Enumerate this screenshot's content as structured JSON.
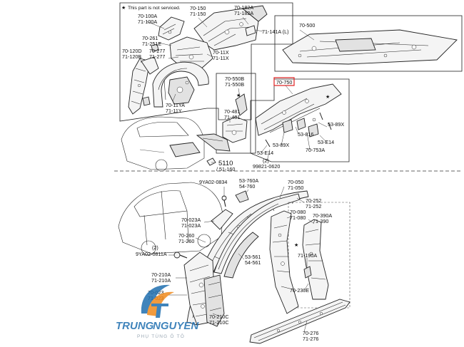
{
  "legend": {
    "star": "★",
    "text": "This part is not serviced."
  },
  "highlight_color": "#e02020",
  "callouts": {
    "c70_100A": "70-100A",
    "c71_100A": "71-100A",
    "c70_150": "70-150",
    "c71_150": "71-150",
    "c70_182A": "70-182A",
    "c71_182A": "71-182A",
    "c71_141A": "71-141A (L)",
    "c70_500": "70-500",
    "c70_261": "70-261",
    "c71_251E": "71-251E",
    "c70_120D": "70-120D",
    "c71_120B": "71-120B",
    "c70_277": "70-277",
    "c71_277": "71-277",
    "c70_11X": "70-11X",
    "c71_11X": "71-11X",
    "c70_11YA": "70-11YA",
    "c71_11Y": "71-11Y",
    "c70_550B": "70-550B",
    "c71_550B": "71-550B",
    "c70_750": "70-750",
    "c70_481": "70-481",
    "c71_481": "71-481",
    "c53_89X_a": "53-89X",
    "c53_816": "53-816",
    "c53_89X_b": "53-89X",
    "c53_E14_a": "53-E14",
    "c53_E14_b": "53-E14",
    "c70_753A": "70-753A",
    "c5110": "5110",
    "c51_160": "/ 51-160",
    "c_2a": "(2)",
    "c99821": "99821-0620",
    "c9YA02_0834": "9YA02-0834",
    "c53_760A": "53-760A",
    "c54_760": "54-760",
    "c70_050": "70-050",
    "c71_050": "71-050",
    "c70_252": "70-252",
    "c71_252": "71-252",
    "c70_080": "70-080",
    "c71_080": "71-080",
    "c70_390A": "70-390A",
    "c71_390": "71-390",
    "c70_023A": "70-023A",
    "c71_023A": "71-023A",
    "c70_260": "70-260",
    "c71_260": "71-260",
    "c9YA02_0811A": "9YA02-0811A",
    "c_2b": "(2)",
    "c53_561": "53-561",
    "c54_561": "54-561",
    "c71_190A": "71-190A",
    "c70_210A": "70-210A",
    "c71_210A": "71-210A",
    "c70_023": "70-023",
    "c71_023": "71-023",
    "c70_230E": "70-230E",
    "c70_210C": "70-210C",
    "c71_210C": "71-210C",
    "c70_276": "70-276",
    "c71_276": "71-276"
  },
  "watermark": {
    "brand_part1": "TRUNG",
    "brand_part2": "NGUYEN",
    "tagline": "PHỤ TÙNG Ô TÔ",
    "color_primary": "#1f6fb0",
    "color_accent": "#f08a1c"
  }
}
